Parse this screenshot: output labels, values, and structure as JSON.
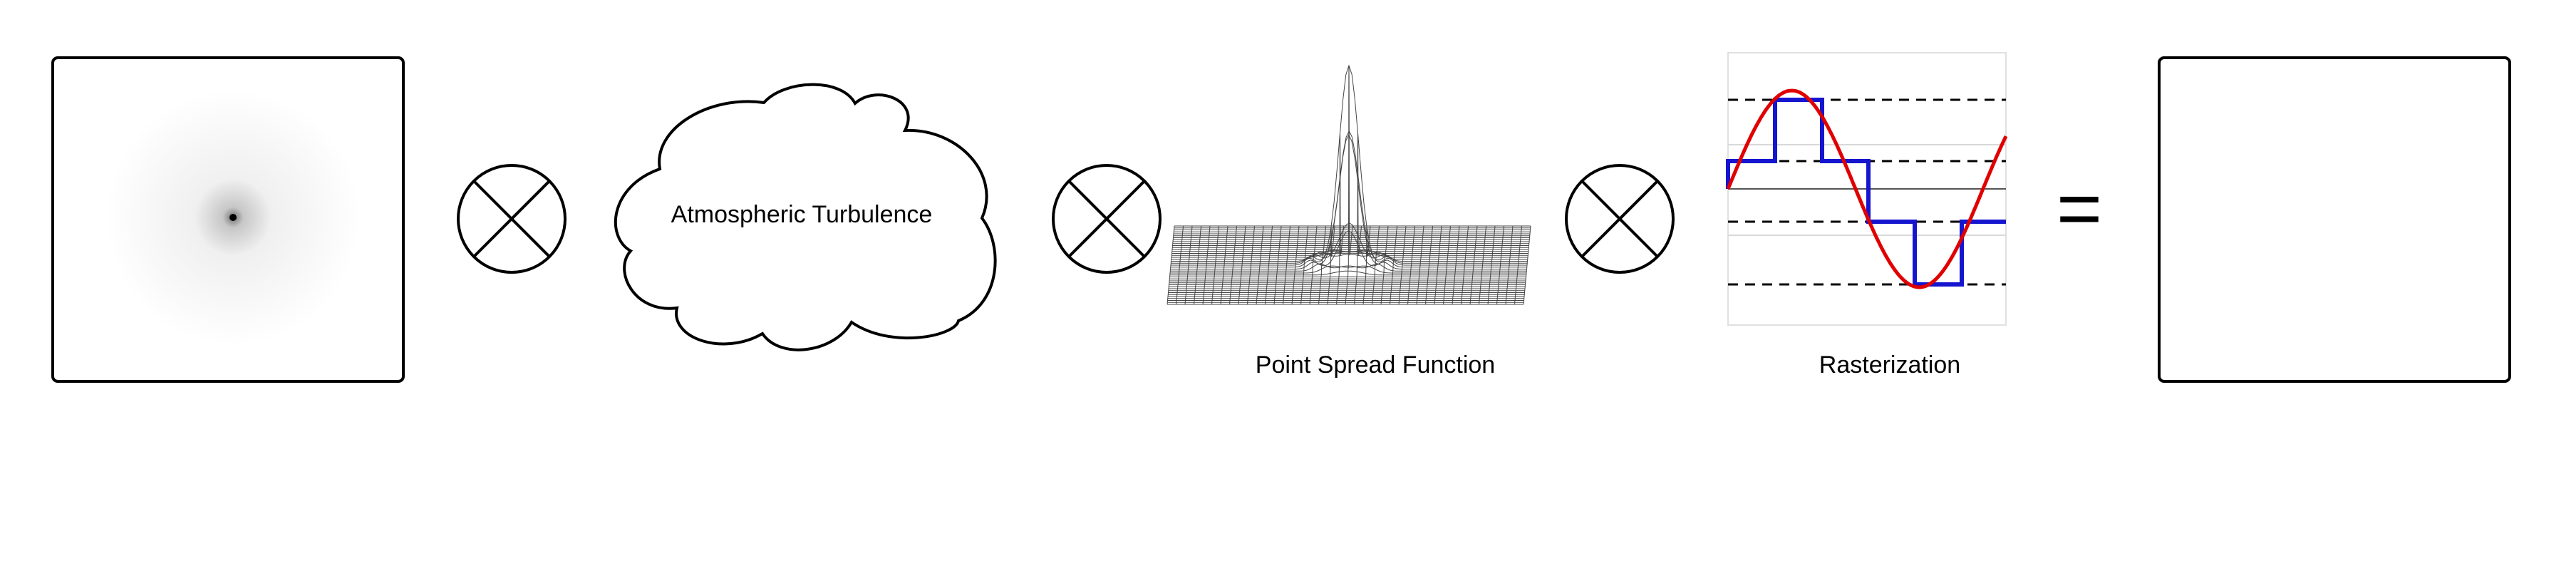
{
  "diagram": {
    "turbulence_label": "Atmospheric Turbulence",
    "psf_label": "Point Spread Function",
    "raster_label": "Rasterization",
    "equals_symbol": "="
  },
  "icons": {
    "operator": "circled-x-icon",
    "cloud": "cloud-icon",
    "point_source": "point-source-icon",
    "psf_surface": "psf-wireframe-icon",
    "raster_plot": "sine-step-plot-icon"
  },
  "colors": {
    "sine_wave": "#e00000",
    "staircase": "#1515d0",
    "stroke": "#000000"
  }
}
